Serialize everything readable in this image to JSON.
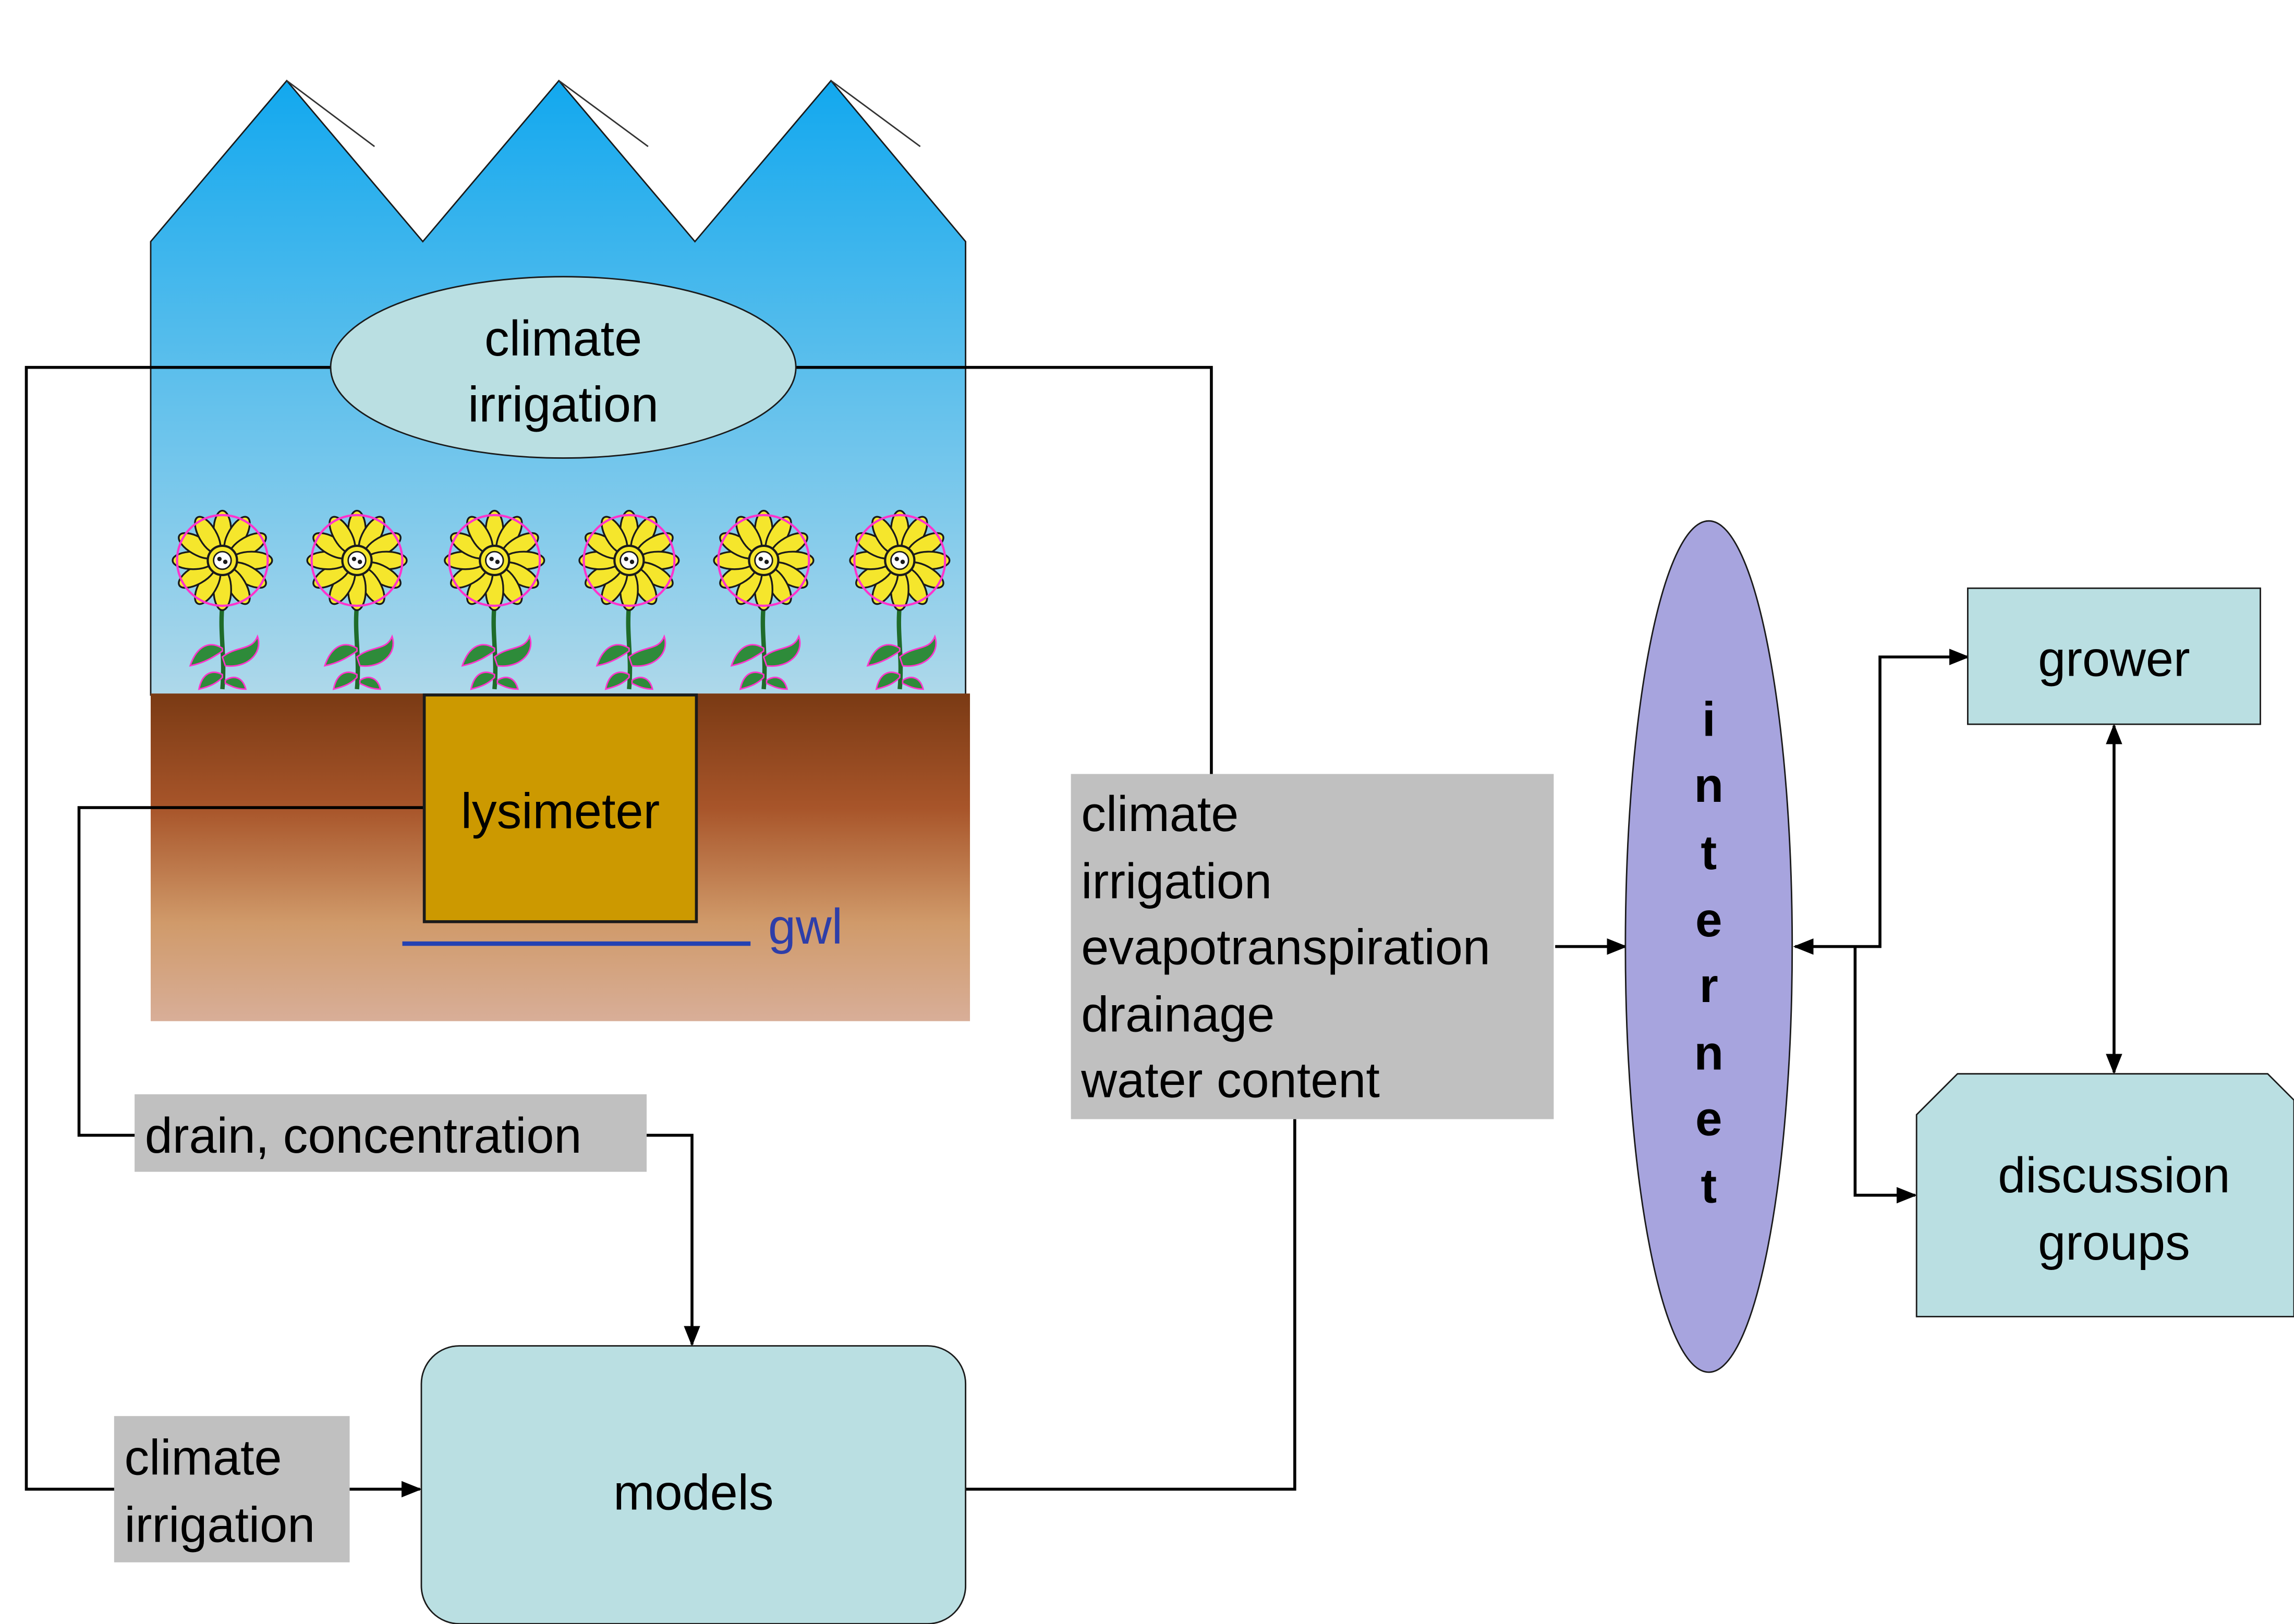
{
  "greenhouse": {
    "climate_label_line1": "climate",
    "climate_label_line2": "irrigation",
    "lysimeter_label": "lysimeter",
    "gwl_label": "gwl"
  },
  "data_box": {
    "lines": [
      "climate",
      "irrigation",
      "evapotranspiration",
      "drainage",
      "water content"
    ]
  },
  "drain_label": "drain, concentration",
  "climate_irrigation_box": {
    "line1": "climate",
    "line2": "irrigation"
  },
  "models_label": "models",
  "internet_letters": [
    "i",
    "n",
    "t",
    "e",
    "r",
    "n",
    "e",
    "t"
  ],
  "grower_label": "grower",
  "discussion_groups": {
    "line1": "discussion",
    "line2": "groups"
  },
  "colors": {
    "sky_top": "#12A8EE",
    "sky_bottom": "#AED8EA",
    "soil_top": "#7A3A14",
    "soil_mid": "#A8552A",
    "soil_bottom": "#D8AE98",
    "lysimeter": "#CC9900",
    "gwl_line": "#2442B2",
    "gwl_text": "#2E3EA8",
    "light_teal": "#BADFE2",
    "gray_box": "#C0C0C0",
    "internet": "#A7A4DE",
    "flower_petal": "#F5E62C",
    "flower_outline": "#FF33CC",
    "stem": "#2E7D32"
  }
}
